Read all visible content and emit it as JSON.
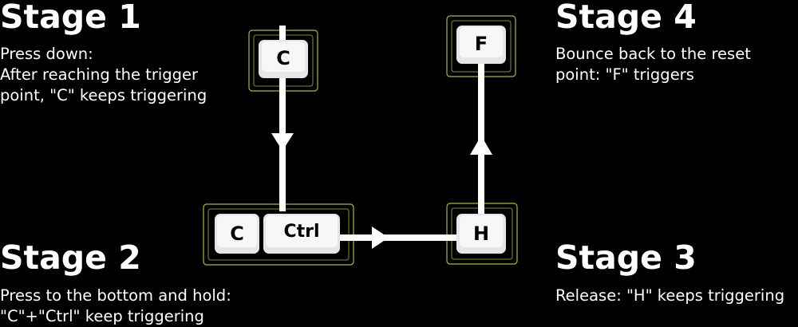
{
  "stages": [
    {
      "title": "Stage 1",
      "lines": [
        "Press down:",
        "After reaching the trigger",
        "point, \"C\" keeps triggering"
      ]
    },
    {
      "title": "Stage 2",
      "lines": [
        "Press to the bottom and hold:",
        "\"C\"+\"Ctrl\" keep triggering"
      ]
    },
    {
      "title": "Stage 3",
      "lines": [
        "Release: \"H\" keeps triggering"
      ]
    },
    {
      "title": "Stage 4",
      "lines": [
        "Bounce back to the reset",
        "point: \"F\" triggers"
      ]
    }
  ],
  "keys": {
    "c_top": "C",
    "c_bottom": "C",
    "ctrl": "Ctrl",
    "h": "H",
    "f": "F"
  },
  "colors": {
    "background": "#000000",
    "text": "#ffffff",
    "keycap": "#e6e6e6",
    "keycap_outline": "#b5b52a",
    "arrow": "#ffffff"
  }
}
